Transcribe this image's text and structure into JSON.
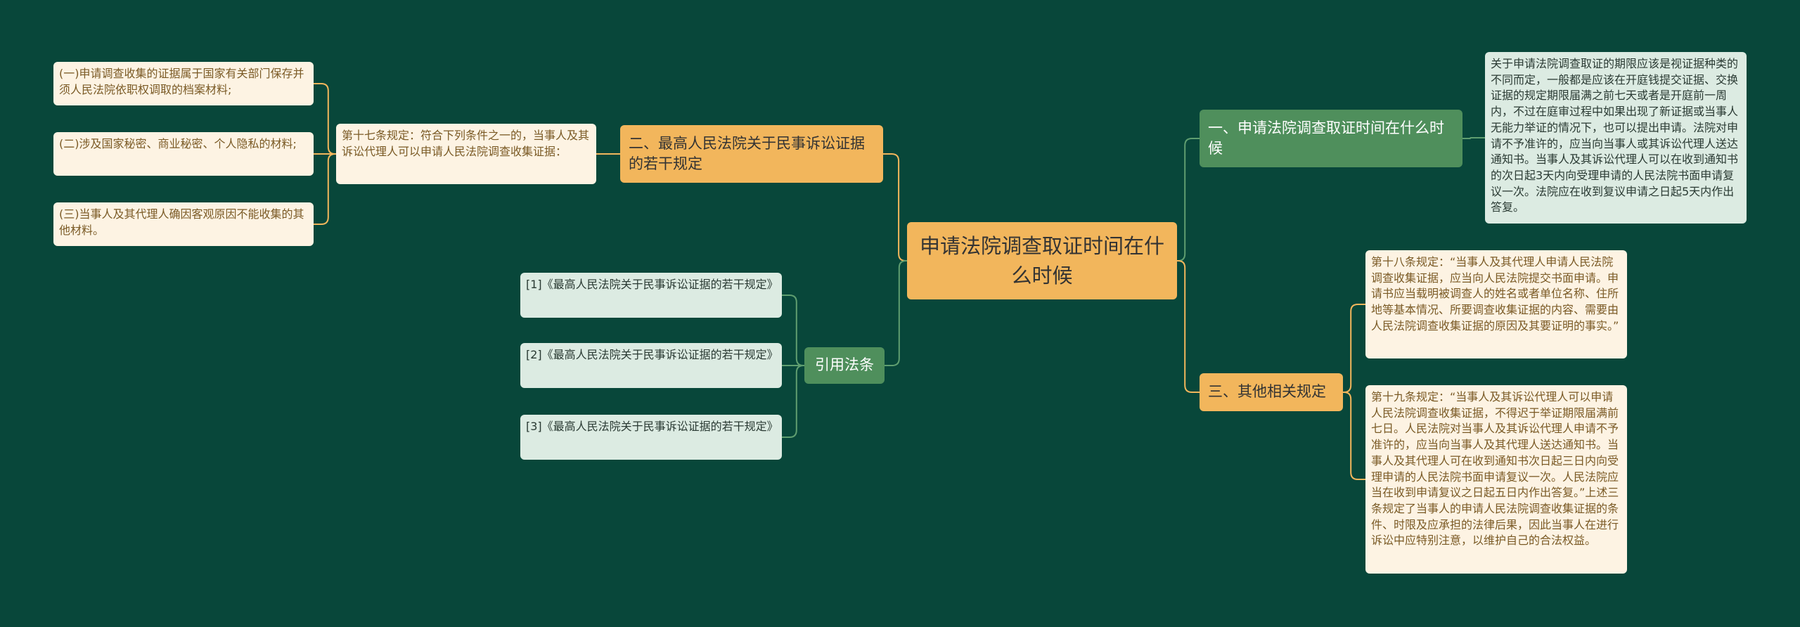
{
  "colors": {
    "background": "#08473a",
    "orange_node": "#f2b65c",
    "green_node": "#4f8f5c",
    "cream_leaf": "#fdf3e3",
    "mint_leaf": "#dcebe2",
    "orange_link": "#f2b65c",
    "green_link": "#5f9e70"
  },
  "root": {
    "label": "申请法院调查取证时间在什么时候"
  },
  "left": {
    "branch2": {
      "label": "二、最高人民法院关于民事诉讼证据的若干规定",
      "article17": "第十七条规定：符合下列条件之一的，当事人及其诉讼代理人可以申请人民法院调查收集证据：",
      "items": [
        "(一)申请调查收集的证据属于国家有关部门保存并须人民法院依职权调取的档案材料;",
        "(二)涉及国家秘密、商业秘密、个人隐私的材料;",
        "(三)当事人及其代理人确因客观原因不能收集的其他材料。"
      ]
    },
    "citations": {
      "label": "引用法条",
      "items": [
        "[1]《最高人民法院关于民事诉讼证据的若干规定》",
        "[2]《最高人民法院关于民事诉讼证据的若干规定》",
        "[3]《最高人民法院关于民事诉讼证据的若干规定》"
      ]
    }
  },
  "right": {
    "branch1": {
      "label": "一、申请法院调查取证时间在什么时候",
      "text": "关于申请法院调查取证的期限应该是视证据种类的不同而定，一般都是应该在开庭钱提交证据、交换证据的规定期限届满之前七天或者是开庭前一周内，不过在庭审过程中如果出现了新证据或当事人无能力举证的情况下，也可以提出申请。法院对申请不予准许的，应当向当事人或其诉讼代理人送达通知书。当事人及其诉讼代理人可以在收到通知书的次日起3天内向受理申请的人民法院书面申请复议一次。法院应在收到复议申请之日起5天内作出答复。"
    },
    "branch3": {
      "label": "三、其他相关规定",
      "items": [
        "第十八条规定：“当事人及其代理人申请人民法院调查收集证据，应当向人民法院提交书面申请。申请书应当载明被调查人的姓名或者单位名称、住所地等基本情况、所要调查收集证据的内容、需要由人民法院调查收集证据的原因及其要证明的事实。”",
        "第十九条规定：“当事人及其诉讼代理人可以申请人民法院调查收集证据，不得迟于举证期限届满前七日。人民法院对当事人及其诉讼代理人申请不予准许的，应当向当事人及其代理人送达通知书。当事人及其代理人可在收到通知书次日起三日内向受理申请的人民法院书面申请复议一次。人民法院应当在收到申请复议之日起五日内作出答复。”上述三条规定了当事人的申请人民法院调查收集证据的条件、时限及应承担的法律后果，因此当事人在进行诉讼中应特别注意，以维护自己的合法权益。"
      ]
    }
  }
}
